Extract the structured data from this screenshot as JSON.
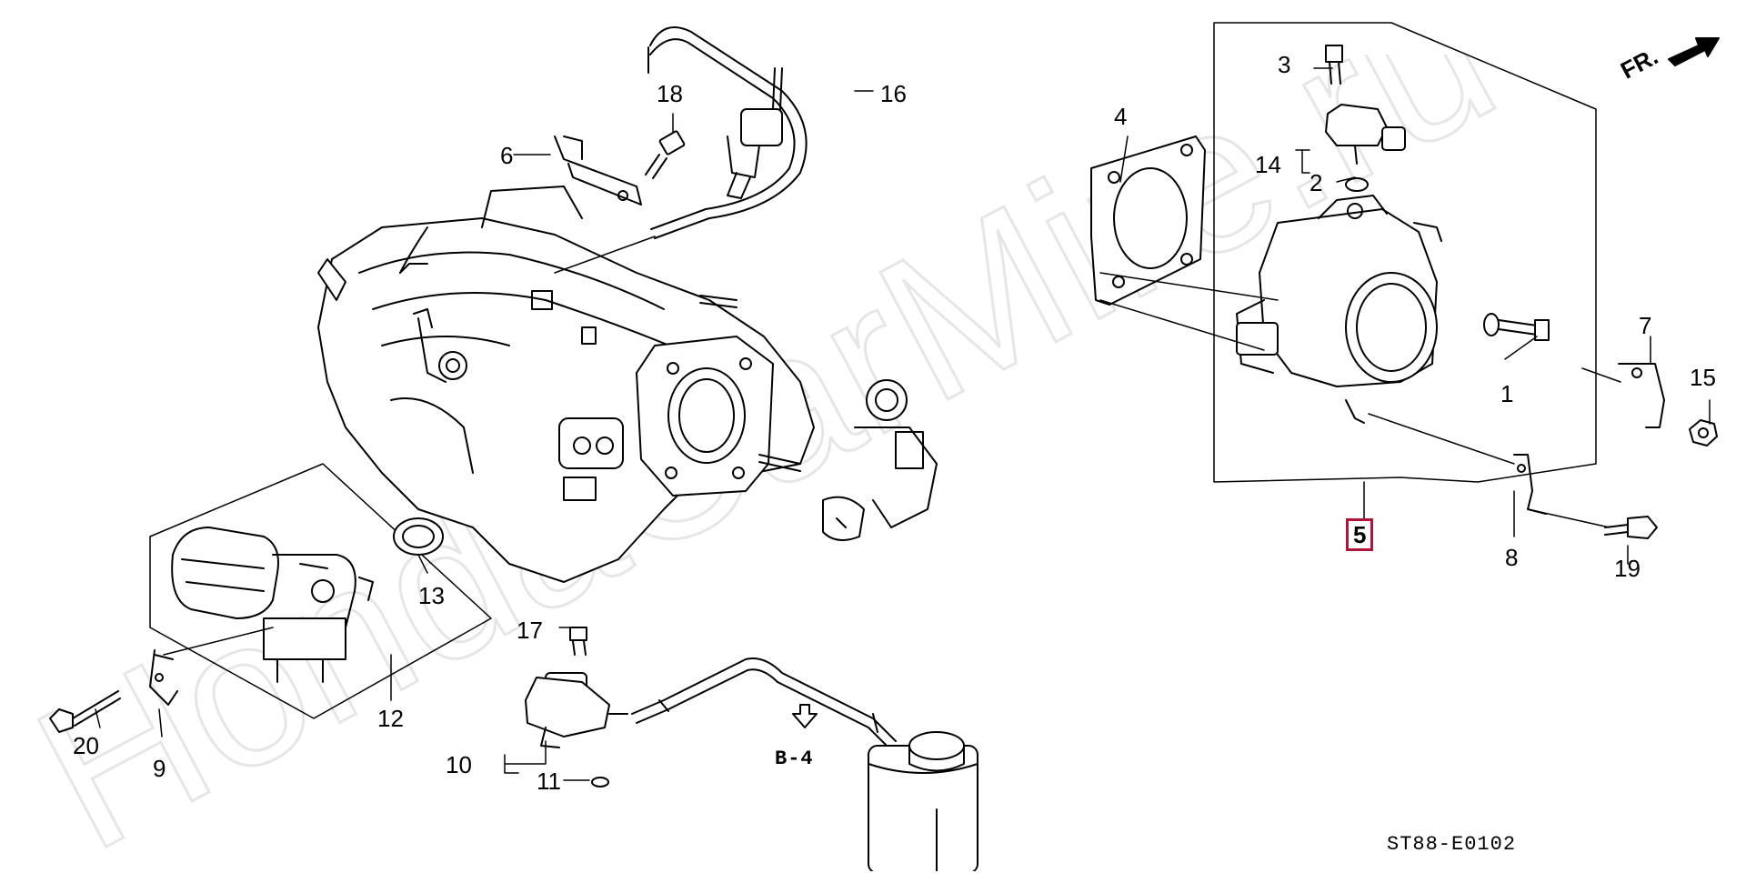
{
  "diagram": {
    "ref_code": "ST88-E0102",
    "cross_ref": "B-4",
    "direction_label": "FR.",
    "watermark": "HondaCarMire.ru",
    "highlight_color": "#b0143a",
    "callouts": [
      {
        "id": "1",
        "text": "1"
      },
      {
        "id": "2",
        "text": "2"
      },
      {
        "id": "3",
        "text": "3"
      },
      {
        "id": "4",
        "text": "4"
      },
      {
        "id": "5",
        "text": "5",
        "highlighted": true
      },
      {
        "id": "6",
        "text": "6"
      },
      {
        "id": "7",
        "text": "7"
      },
      {
        "id": "8",
        "text": "8"
      },
      {
        "id": "9",
        "text": "9"
      },
      {
        "id": "10",
        "text": "10"
      },
      {
        "id": "11",
        "text": "11"
      },
      {
        "id": "12",
        "text": "12"
      },
      {
        "id": "13",
        "text": "13"
      },
      {
        "id": "14",
        "text": "14"
      },
      {
        "id": "15",
        "text": "15"
      },
      {
        "id": "16",
        "text": "16"
      },
      {
        "id": "17",
        "text": "17"
      },
      {
        "id": "18",
        "text": "18"
      },
      {
        "id": "19",
        "text": "19"
      },
      {
        "id": "20",
        "text": "20"
      }
    ]
  }
}
